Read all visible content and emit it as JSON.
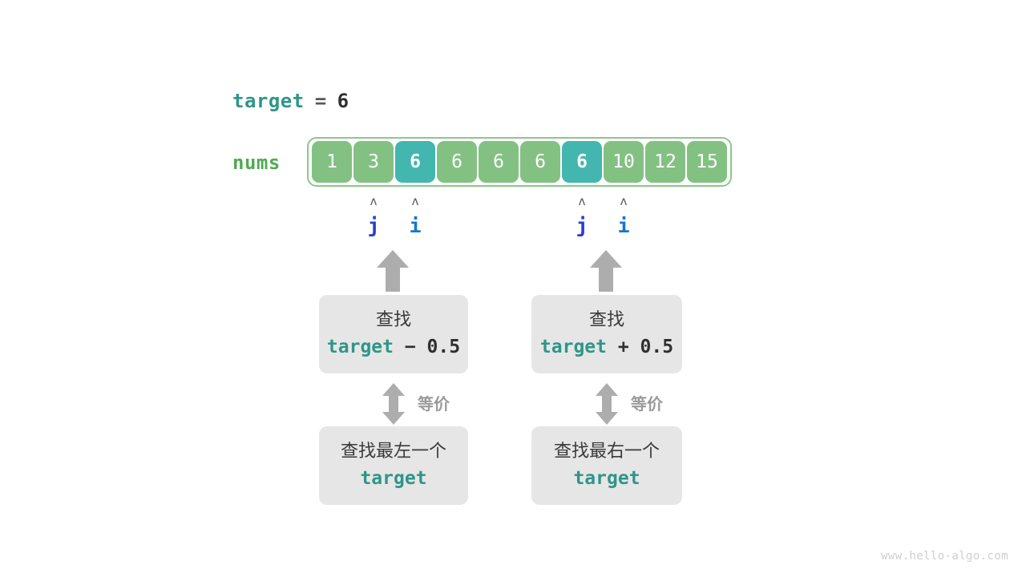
{
  "diagram": {
    "title_code": {
      "name": "target",
      "operator": "=",
      "value": "6"
    },
    "array": {
      "label": "nums",
      "values": [
        "1",
        "3",
        "6",
        "6",
        "6",
        "6",
        "6",
        "10",
        "12",
        "15"
      ],
      "highlighted_indices": [
        2,
        6
      ],
      "cell_color": "#83c183",
      "highlight_color": "#43b6b0",
      "frame_border_color": "#8cc78c"
    },
    "pointers": [
      {
        "name": "j",
        "index": 1,
        "caret": "ʌ",
        "color": "#2641c8"
      },
      {
        "name": "i",
        "index": 2,
        "caret": "ʌ",
        "color": "#1577ce"
      },
      {
        "name": "j",
        "index": 6,
        "caret": "ʌ",
        "color": "#2641c8"
      },
      {
        "name": "i",
        "index": 7,
        "caret": "ʌ",
        "color": "#1577ce"
      }
    ],
    "branches": [
      {
        "id": "left",
        "top_box": {
          "line1": "查找",
          "code_target": "target",
          "code_op": " − 0.5"
        },
        "equiv_label": "等价",
        "bottom_box": {
          "line1": "查找最左一个",
          "code_target": "target"
        }
      },
      {
        "id": "right",
        "top_box": {
          "line1": "查找",
          "code_target": "target",
          "code_op": " + 0.5"
        },
        "equiv_label": "等价",
        "bottom_box": {
          "line1": "查找最右一个",
          "code_target": "target"
        }
      }
    ],
    "watermark": "www.hello-algo.com",
    "arrow_color": "#adadad"
  }
}
